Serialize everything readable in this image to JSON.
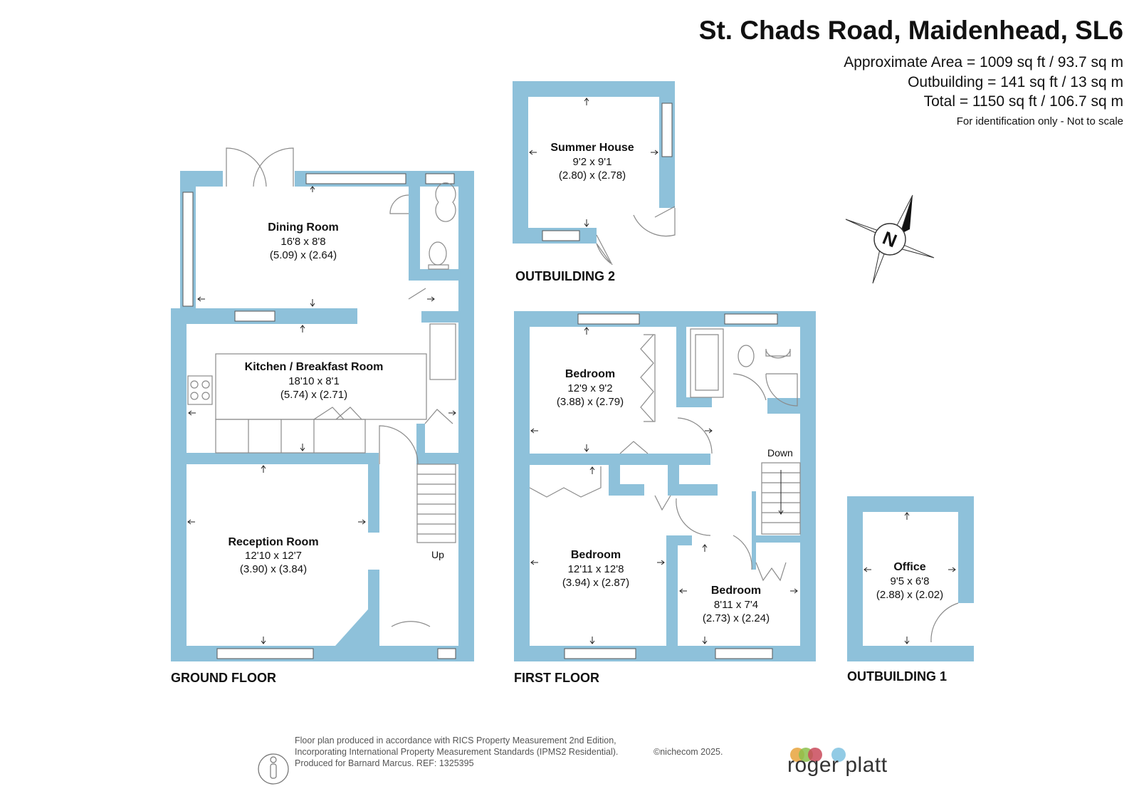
{
  "header": {
    "title": "St. Chads Road, Maidenhead, SL6",
    "area_main": "Approximate Area = 1009 sq ft / 93.7 sq m",
    "area_outbuilding": "Outbuilding = 141 sq ft / 13 sq m",
    "area_total": "Total = 1150 sq ft / 106.7 sq m",
    "disclaimer": "For identification only - Not to scale"
  },
  "floors": {
    "ground": "GROUND FLOOR",
    "first": "FIRST FLOOR",
    "outbuilding1": "OUTBUILDING 1",
    "outbuilding2": "OUTBUILDING 2"
  },
  "rooms": {
    "dining": {
      "name": "Dining Room",
      "imperial": "16'8 x 8'8",
      "metric": "(5.09) x (2.64)"
    },
    "kitchen": {
      "name": "Kitchen / Breakfast Room",
      "imperial": "18'10 x 8'1",
      "metric": "(5.74) x (2.71)"
    },
    "reception": {
      "name": "Reception Room",
      "imperial": "12'10 x 12'7",
      "metric": "(3.90) x (3.84)"
    },
    "summer_house": {
      "name": "Summer House",
      "imperial": "9'2 x 9'1",
      "metric": "(2.80) x (2.78)"
    },
    "bedroom1": {
      "name": "Bedroom",
      "imperial": "12'9 x 9'2",
      "metric": "(3.88) x (2.79)"
    },
    "bedroom2": {
      "name": "Bedroom",
      "imperial": "12'11 x 12'8",
      "metric": "(3.94) x (2.87)"
    },
    "bedroom3": {
      "name": "Bedroom",
      "imperial": "8'11 x 7'4",
      "metric": "(2.73) x (2.24)"
    },
    "office": {
      "name": "Office",
      "imperial": "9'5 x 6'8",
      "metric": "(2.88) x (2.02)"
    }
  },
  "stairs": {
    "up": "Up",
    "down": "Down"
  },
  "compass": {
    "label": "N"
  },
  "footer": {
    "line1": "Floor plan produced in accordance with RICS Property Measurement 2nd Edition,",
    "line2": "Incorporating International Property Measurement Standards (IPMS2 Residential).",
    "line3": "Produced for Barnard Marcus.   REF:  1325395",
    "copyright": "©nichecom 2025.",
    "brand": "roger platt"
  },
  "colors": {
    "wall": "#8ec1da",
    "logo_dots": [
      "#e8a33c",
      "#8cc04b",
      "#c94a5a",
      "#7fc2e0"
    ]
  }
}
